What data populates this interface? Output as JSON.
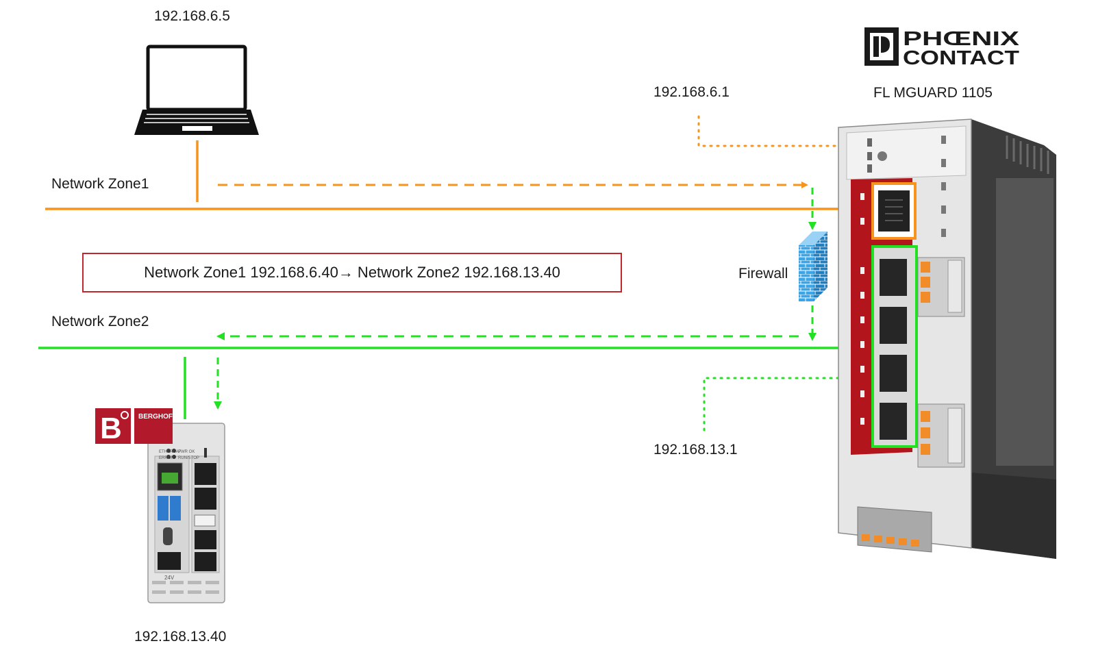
{
  "laptop": {
    "ip": "192.168.6.5"
  },
  "zones": {
    "zone1_label": "Network Zone1",
    "zone2_label": "Network Zone2"
  },
  "nat_rule": {
    "text": "Network Zone1 192.168.6.40→ Network Zone2 192.168.13.40"
  },
  "firewall": {
    "label": "Firewall"
  },
  "mguard": {
    "brand_line1": "PHŒNIX",
    "brand_line2": "CONTACT",
    "model": "FL MGUARD 1105",
    "ip_zone1": "192.168.6.1",
    "ip_zone2": "192.168.13.1"
  },
  "plc": {
    "brand": "BERGHOF",
    "ip": "192.168.13.40",
    "power_label": "24V",
    "led_labels": [
      "ETHERCAT",
      "ERROR",
      "PWR OK",
      "RUN/STOP"
    ]
  },
  "colors": {
    "zone1": "#f7941d",
    "zone2": "#22e022",
    "nat_border": "#c0272d",
    "mguard_red": "#b3151c",
    "berghof_red": "#b21a2c",
    "firewall": "#2f9be0"
  }
}
